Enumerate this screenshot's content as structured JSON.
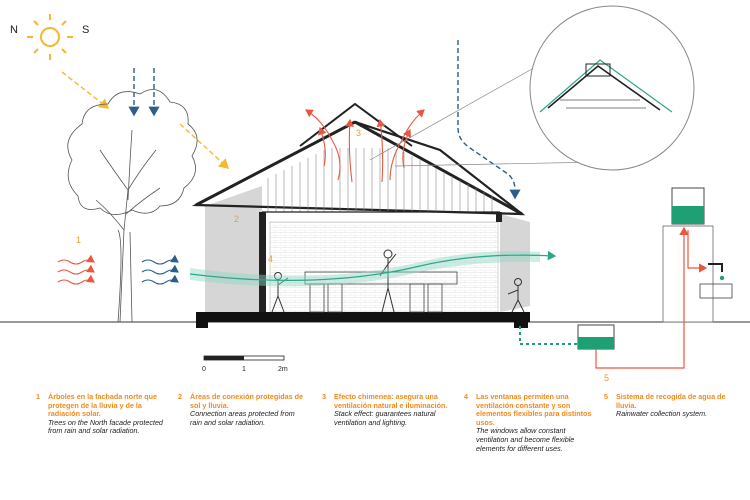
{
  "compass": {
    "north": "N",
    "south": "S"
  },
  "scale": {
    "ticks": [
      "0",
      "1",
      "2m"
    ]
  },
  "labels": [
    "1",
    "2",
    "3",
    "4",
    "5"
  ],
  "colors": {
    "sun": "#f5b82e",
    "rain": "#2b5f8a",
    "hot_air": "#e9573f",
    "cross_ventilation": "#2fa58c",
    "water": "#1f9f74",
    "legend_number": "#f08a1c",
    "text": "#222222"
  },
  "legend": [
    {
      "num": "1",
      "es": "Árboles en la fachada norte que protegen de la lluvia y de la radiación solar.",
      "en": "Trees on the North facade protected from rain and solar radiation."
    },
    {
      "num": "2",
      "es": "Áreas de conexión protegidas de sol y lluvia.",
      "en": "Connection areas protected from rain and solar radiation."
    },
    {
      "num": "3",
      "es": "Efecto chimenea: asegura una ventilación natural e iluminación.",
      "en": "Stack effect: guarantees natural ventilation and lighting."
    },
    {
      "num": "4",
      "es": "Las ventanas permiten una ventilación constante y son elementos flexibles para distintos usos.",
      "en": "The windows allow constant ventilation and become flexible elements for different uses."
    },
    {
      "num": "5",
      "es": "Sistema de recogida de agua de lluvia.",
      "en": "Rainwater collection system."
    }
  ]
}
